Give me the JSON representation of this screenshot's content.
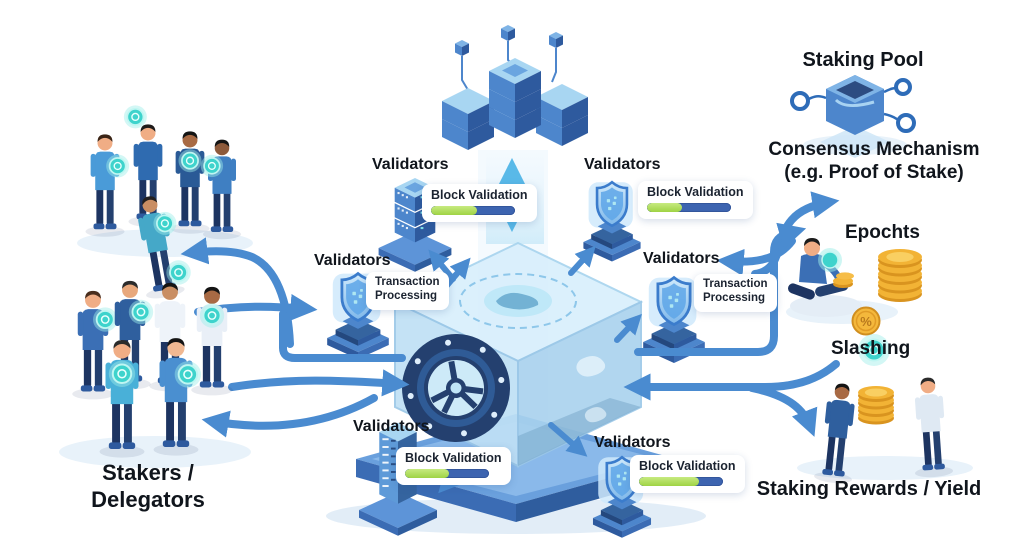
{
  "labels": {
    "stakers_line1": "Stakers /",
    "stakers_line2": "Delegators",
    "staking_pool": "Staking Pool",
    "consensus_line1": "Consensus Mechanism",
    "consensus_line2": "(e.g. Proof of Stake)",
    "epochs": "Epochts",
    "slashing": "Slashing",
    "rewards": "Staking Rewards / Yield",
    "percent": "%"
  },
  "validators": [
    {
      "position": "top-left",
      "label": "Validators",
      "task": "Block Validation",
      "progress_pct": 55,
      "icon": "server-rack-icon"
    },
    {
      "position": "top-right",
      "label": "Validators",
      "task": "Block Validation",
      "progress_pct": 42,
      "icon": "shield-icon"
    },
    {
      "position": "mid-left",
      "label": "Validators",
      "task_line1": "Transaction",
      "task_line2": "Processing",
      "icon": "shield-icon"
    },
    {
      "position": "mid-right",
      "label": "Validators",
      "task_line1": "Transaction",
      "task_line2": "Processing",
      "icon": "shield-icon"
    },
    {
      "position": "bottom-left",
      "label": "Validators",
      "task": "Block Validation",
      "progress_pct": 52,
      "icon": "server-tower-icon"
    },
    {
      "position": "bottom-right",
      "label": "Validators",
      "task": "Block Validation",
      "progress_pct": 72,
      "icon": "shield-icon"
    }
  ],
  "colors": {
    "arrow_blue": "#4a8bd0",
    "arrow_cyan": "#59b9e8",
    "progress_track": "#3d64b0",
    "progress_fill": "#a5d94f",
    "label_text": "#10151c",
    "coin_gold": "#f2b335",
    "token_teal": "#3ed3cc",
    "cube_light": "#bfe3f7",
    "platform_blue": "#4d82c8"
  }
}
